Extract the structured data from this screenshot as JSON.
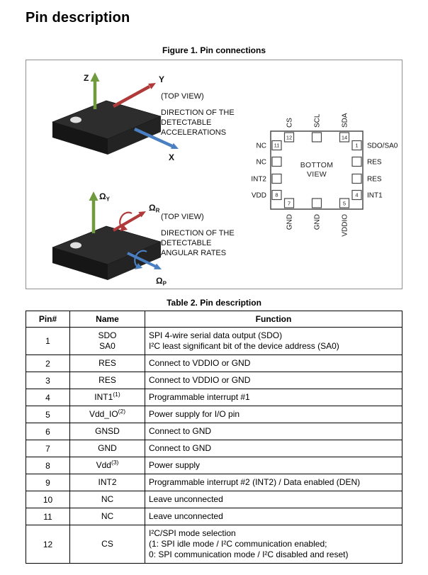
{
  "page": {
    "title": "Pin description"
  },
  "figure": {
    "caption": "Figure 1. Pin connections",
    "accel": {
      "view_label": "(TOP VIEW)",
      "lines": [
        "DIRECTION OF THE",
        "DETECTABLE",
        "ACCELERATIONS"
      ],
      "axis_labels": [
        "Z",
        "Y",
        "X"
      ]
    },
    "gyro": {
      "view_label": "(TOP VIEW)",
      "lines": [
        "DIRECTION OF THE",
        "DETECTABLE",
        "ANGULAR RATES"
      ],
      "axes": [
        {
          "sym": "Ω",
          "sub": "Y"
        },
        {
          "sym": "Ω",
          "sub": "R"
        },
        {
          "sym": "Ω",
          "sub": "P"
        }
      ]
    },
    "colors": {
      "axis_green": "#6f9a3d",
      "axis_red": "#b03a3a",
      "axis_blue": "#4a7fc1",
      "chip_dark": "#2d2d2d"
    },
    "pinout": {
      "center_line1": "BOTTOM",
      "center_line2": "VIEW",
      "top": {
        "labels": [
          "CS",
          "SCL",
          "SDA"
        ],
        "nums": [
          "12",
          "",
          "14"
        ]
      },
      "left": {
        "labels": [
          "NC",
          "NC",
          "INT2",
          "VDD"
        ],
        "nums": [
          "11",
          "",
          "",
          "8"
        ]
      },
      "right": {
        "labels": [
          "SDO/SA0",
          "RES",
          "RES",
          "INT1"
        ],
        "nums": [
          "1",
          "",
          "",
          "4"
        ]
      },
      "bottom": {
        "labels": [
          "GND",
          "GND",
          "VDDIO"
        ],
        "nums": [
          "7",
          "",
          "5"
        ]
      }
    }
  },
  "table": {
    "caption": "Table 2. Pin description",
    "headers": [
      "Pin#",
      "Name",
      "Function"
    ],
    "rows": [
      {
        "pin": "1",
        "name": "SDO",
        "name2": "SA0",
        "func": "SPI 4-wire serial data output (SDO)",
        "func2": "I²C least significant bit of the device address (SA0)"
      },
      {
        "pin": "2",
        "name": "RES",
        "func": "Connect to VDDIO or GND"
      },
      {
        "pin": "3",
        "name": "RES",
        "func": "Connect to VDDIO or GND"
      },
      {
        "pin": "4",
        "name": "INT1",
        "sup": "(1)",
        "func": "Programmable interrupt #1"
      },
      {
        "pin": "5",
        "name": "Vdd_IO",
        "sup": "(2)",
        "func": "Power supply for I/O pin"
      },
      {
        "pin": "6",
        "name": "GNSD",
        "func": "Connect to GND"
      },
      {
        "pin": "7",
        "name": "GND",
        "func": "Connect to GND"
      },
      {
        "pin": "8",
        "name": "Vdd",
        "sup": "(3)",
        "func": "Power supply"
      },
      {
        "pin": "9",
        "name": "INT2",
        "func": "Programmable interrupt #2 (INT2) / Data enabled (DEN)"
      },
      {
        "pin": "10",
        "name": "NC",
        "func": "Leave unconnected"
      },
      {
        "pin": "11",
        "name": "NC",
        "func": "Leave unconnected"
      },
      {
        "pin": "12",
        "name": "CS",
        "func": "I²C/SPI mode selection",
        "func2": "(1: SPI idle mode / I²C communication enabled;",
        "func3": "0: SPI communication mode / I²C disabled and reset)"
      }
    ]
  }
}
